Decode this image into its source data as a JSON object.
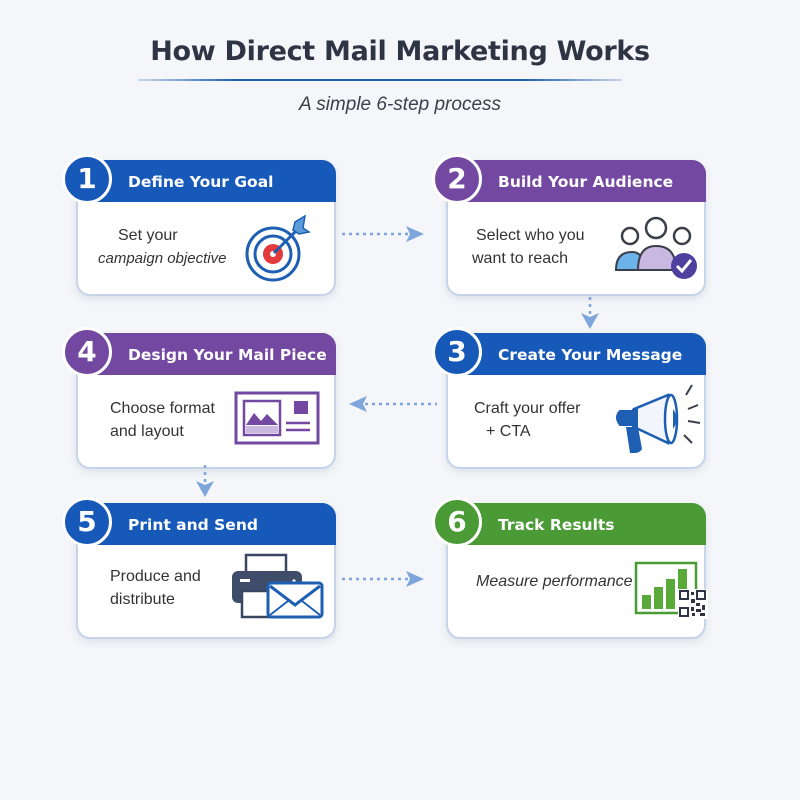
{
  "header": {
    "title": "How Direct Mail Marketing Works",
    "subtitle": "A simple 6-step process"
  },
  "colors": {
    "blue": "#1659b8",
    "purple": "#7248a0",
    "green": "#4a9a35",
    "connector": "#7ea6dc"
  },
  "steps": [
    {
      "number": "1",
      "title": "Define Your Goal",
      "line1": "Set your",
      "line2": "campaign objective",
      "icon": "target-icon",
      "color": "blue"
    },
    {
      "number": "2",
      "title": "Build Your Audience",
      "line1": "Select who you",
      "line2": "want to reach",
      "icon": "audience-icon",
      "color": "purple"
    },
    {
      "number": "3",
      "title": "Create Your Message",
      "line1": "Craft your offer",
      "line2": "+ CTA",
      "icon": "megaphone-icon",
      "color": "blue"
    },
    {
      "number": "4",
      "title": "Design Your Mail Piece",
      "line1": "Choose format",
      "line2": "and layout",
      "icon": "postcard-layout-icon",
      "color": "purple"
    },
    {
      "number": "5",
      "title": "Print and Send",
      "line1": "Produce and",
      "line2": "distribute",
      "icon": "printer-envelope-icon",
      "color": "blue"
    },
    {
      "number": "6",
      "title": "Track Results",
      "line1": "Measure performance",
      "line2": "",
      "icon": "chart-qr-icon",
      "color": "green"
    }
  ],
  "connectors": [
    {
      "from": "1",
      "to": "2",
      "direction": "right"
    },
    {
      "from": "2",
      "to": "3",
      "direction": "down"
    },
    {
      "from": "3",
      "to": "4",
      "direction": "left"
    },
    {
      "from": "4",
      "to": "5",
      "direction": "down"
    },
    {
      "from": "5",
      "to": "6",
      "direction": "right"
    }
  ]
}
